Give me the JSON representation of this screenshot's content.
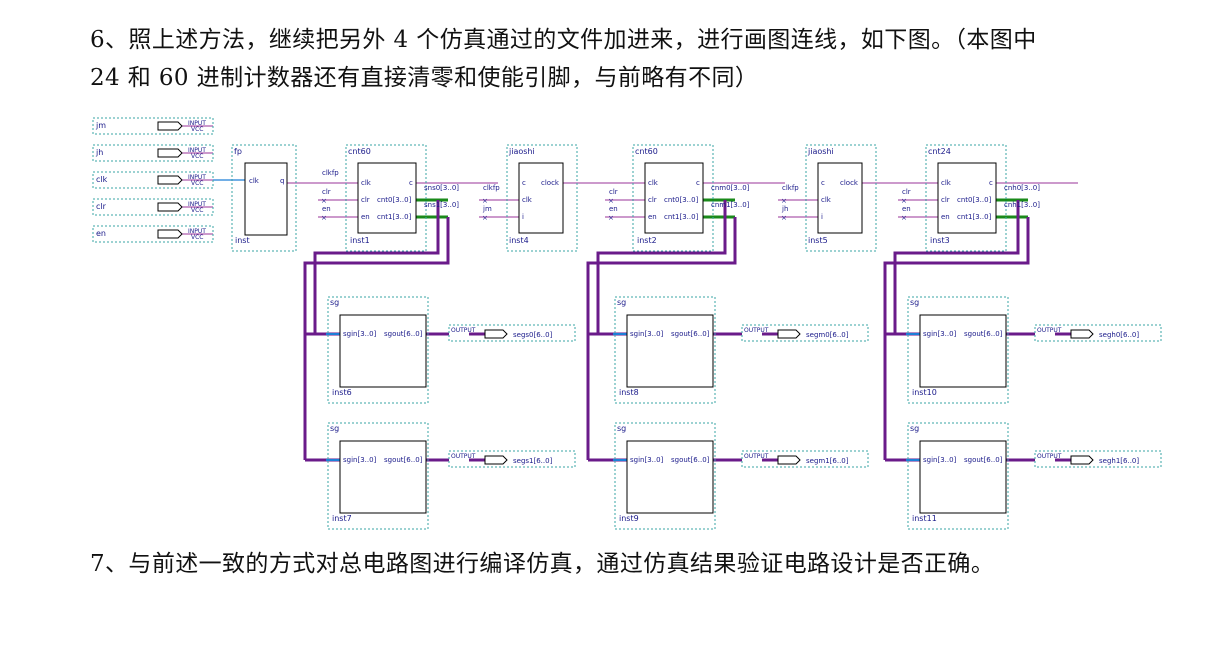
{
  "document": {
    "step6_line1": "6、照上述方法，继续把另外 4 个仿真通过的文件加进来，进行画图连线，如下图。（本图中",
    "step6_line2": "24 和 60 进制计数器还有直接清零和使能引脚，与前略有不同）",
    "step7": "7、与前述一致的方式对总电路图进行编译仿真，通过仿真结果验证电路设计是否正确。"
  },
  "schematic": {
    "inputs": [
      {
        "name": "jm",
        "type": "INPUT",
        "vcc": "VCC"
      },
      {
        "name": "jh",
        "type": "INPUT",
        "vcc": "VCC"
      },
      {
        "name": "clk",
        "type": "INPUT",
        "vcc": "VCC"
      },
      {
        "name": "clr",
        "type": "INPUT",
        "vcc": "VCC"
      },
      {
        "name": "en",
        "type": "INPUT",
        "vcc": "VCC"
      }
    ],
    "fp": {
      "title": "fp",
      "in": "clk",
      "out": "q",
      "inst": "inst"
    },
    "counters": [
      {
        "title": "cnt60",
        "ins": [
          "clk",
          "clr",
          "en"
        ],
        "outs": [
          "c",
          "cnt0[3..0]",
          "cnt1[3..0]"
        ],
        "inst": "inst1",
        "wires_in": [
          "clkfp",
          "clr",
          "en"
        ],
        "wires_out": [
          "sns0[3..0]",
          "sns1[3..0]"
        ]
      },
      {
        "title": "cnt60",
        "ins": [
          "clk",
          "clr",
          "en"
        ],
        "outs": [
          "c",
          "cnt0[3..0]",
          "cnt1[3..0]"
        ],
        "inst": "inst2",
        "wires_in": [
          "",
          "clr",
          "en"
        ],
        "wires_out": [
          "cnm0[3..0]",
          "cnm1[3..0]"
        ]
      },
      {
        "title": "cnt24",
        "ins": [
          "clk",
          "clr",
          "en"
        ],
        "outs": [
          "c",
          "cnt0[3..0]",
          "cnt1[3..0]"
        ],
        "inst": "inst3",
        "wires_in": [
          "",
          "clr",
          "en"
        ],
        "wires_out": [
          "cnh0[3..0]",
          "cnh1[3..0]"
        ]
      }
    ],
    "jiaoshis": [
      {
        "title": "jiaoshi",
        "ins": [
          "c",
          "clk",
          "i"
        ],
        "out": "clock",
        "inst": "inst4",
        "wires_in": [
          "",
          "clkfp",
          "jm"
        ]
      },
      {
        "title": "jiaoshi",
        "ins": [
          "c",
          "clk",
          "i"
        ],
        "out": "clock",
        "inst": "inst5",
        "wires_in": [
          "",
          "clkfp",
          "jh"
        ]
      }
    ],
    "decoders": [
      {
        "title": "sg",
        "in": "sgin[3..0]",
        "out": "sgout[6..0]",
        "inst": "inst6",
        "pin": "segs0[6..0]"
      },
      {
        "title": "sg",
        "in": "sgin[3..0]",
        "out": "sgout[6..0]",
        "inst": "inst7",
        "pin": "segs1[6..0]"
      },
      {
        "title": "sg",
        "in": "sgin[3..0]",
        "out": "sgout[6..0]",
        "inst": "inst8",
        "pin": "segm0[6..0]"
      },
      {
        "title": "sg",
        "in": "sgin[3..0]",
        "out": "sgout[6..0]",
        "inst": "inst9",
        "pin": "segm1[6..0]"
      },
      {
        "title": "sg",
        "in": "sgin[3..0]",
        "out": "sgout[6..0]",
        "inst": "inst10",
        "pin": "segh0[6..0]"
      },
      {
        "title": "sg",
        "in": "sgin[3..0]",
        "out": "sgout[6..0]",
        "inst": "inst11",
        "pin": "segh1[6..0]"
      }
    ],
    "output_type": "OUTPUT",
    "colors": {
      "box": "#000000",
      "frame": "#3aa5a5",
      "wire": "#993399",
      "bus": "#6a1b8a",
      "green": "#1a8a1a",
      "blue": "#1e7fd8",
      "text": "#1a1a8a"
    }
  }
}
